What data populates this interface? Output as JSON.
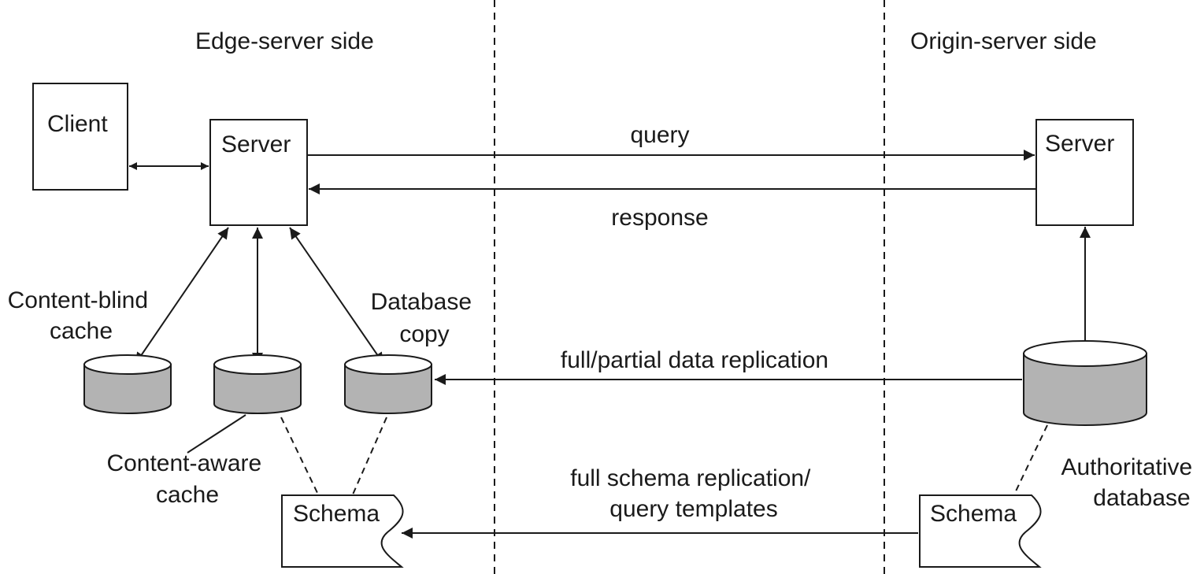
{
  "sections": {
    "edge": "Edge-server side",
    "origin": "Origin-server side"
  },
  "nodes": {
    "client": "Client",
    "edge_server": "Server",
    "origin_server": "Server",
    "content_blind_cache": [
      "Content-blind",
      "cache"
    ],
    "content_aware_cache": [
      "Content-aware",
      "cache"
    ],
    "database_copy": [
      "Database",
      "copy"
    ],
    "authoritative_database": [
      "Authoritative",
      "database"
    ],
    "edge_schema": "Schema",
    "origin_schema": "Schema"
  },
  "flows": {
    "query": "query",
    "response": "response",
    "data_replication": "full/partial data replication",
    "schema_replication": [
      "full schema replication/",
      "query templates"
    ]
  }
}
